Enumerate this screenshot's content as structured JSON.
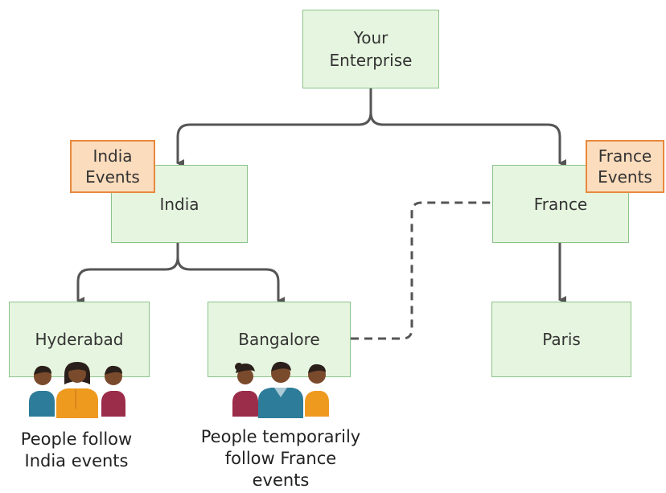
{
  "nodes": {
    "enterprise": [
      "Your",
      "Enterprise"
    ],
    "india": "India",
    "france": "France",
    "hyderabad": "Hyderabad",
    "bangalore": "Bangalore",
    "paris": "Paris"
  },
  "event_tags": {
    "india": [
      "India",
      "Events"
    ],
    "france": [
      "France",
      "Events"
    ]
  },
  "captions": {
    "hyderabad": [
      "People follow",
      "India events"
    ],
    "bangalore": [
      "People temporarily",
      "follow France",
      "events"
    ]
  },
  "colors": {
    "node_fill": "#e6f5df",
    "node_border": "#8cc38a",
    "tag_fill": "#fbdcbd",
    "tag_border": "#e6893e",
    "arrow": "#555555",
    "person_teal": "#2d7c99",
    "person_orange": "#ee9a1f",
    "person_maroon": "#9b2c4a",
    "skin": "#7a4a2c",
    "hair": "#2a1f1a"
  },
  "icons": [
    "people-group-icon"
  ]
}
